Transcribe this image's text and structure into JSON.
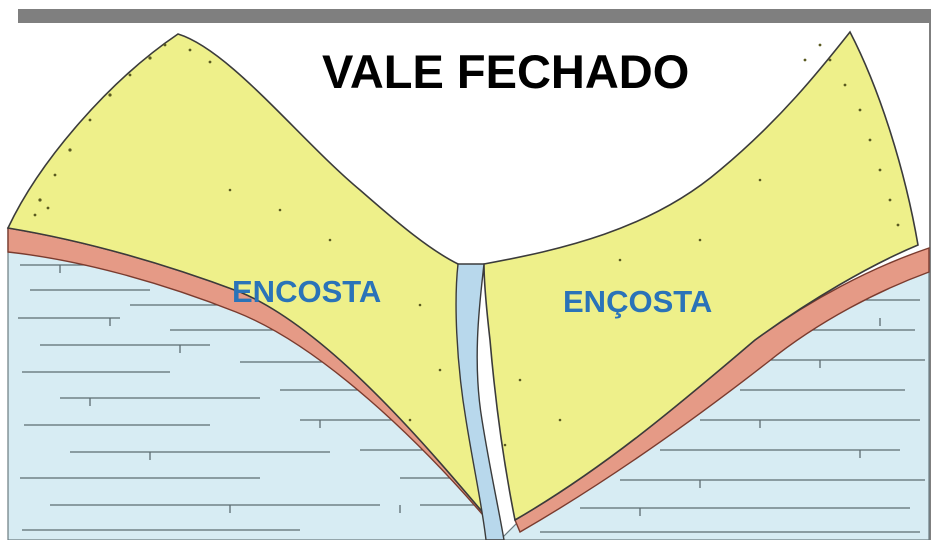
{
  "title": "VALE FECHADO",
  "labels": {
    "left_slope": "ENCOSTA",
    "right_slope": "ENÇOSTA"
  },
  "colors": {
    "frame": "#7f7f7f",
    "slope_fill": "#eef08a",
    "rock_layer": "#e59a86",
    "bedrock": "#d7ecf3",
    "river": "#b8d8ec",
    "label": "#2a73b8",
    "title": "#000000"
  }
}
